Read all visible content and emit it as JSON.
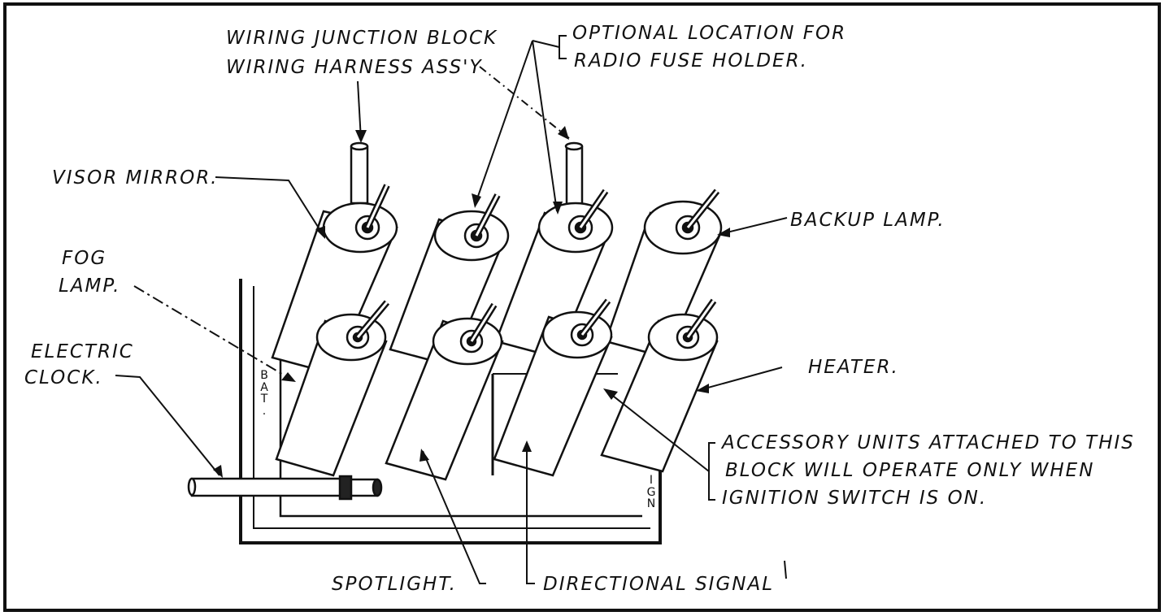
{
  "labels": {
    "wiring_junction_block": "WIRING JUNCTION BLOCK",
    "wiring_harness_assy": "WIRING HARNESS ASS'Y",
    "optional_location_line1": "OPTIONAL LOCATION FOR",
    "optional_location_line2": "RADIO FUSE HOLDER.",
    "visor_mirror": "VISOR MIRROR.",
    "backup_lamp": "BACKUP LAMP.",
    "fog_lamp_line1": "FOG",
    "fog_lamp_line2": "LAMP.",
    "electric_clock_line1": "ELECTRIC",
    "electric_clock_line2": "CLOCK.",
    "heater": "HEATER.",
    "accessory_note_line1": "ACCESSORY UNITS ATTACHED TO THIS",
    "accessory_note_line2": "BLOCK WILL OPERATE ONLY WHEN",
    "accessory_note_line3": "IGNITION SWITCH IS ON.",
    "spotlight": "SPOTLIGHT.",
    "directional_signal": "DIRECTIONAL SIGNAL",
    "bat_terminal": "BAT.",
    "ign_terminal": "IGN"
  }
}
